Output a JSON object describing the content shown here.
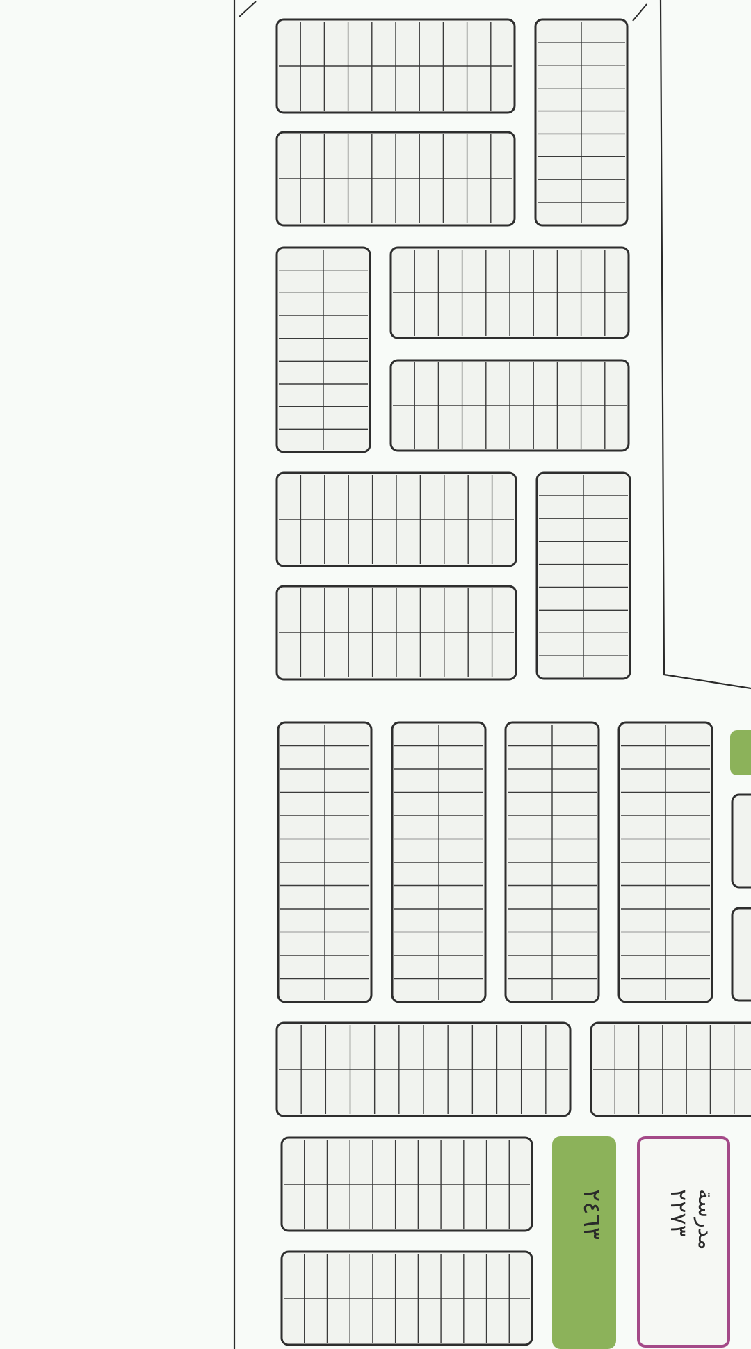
{
  "map": {
    "blocks": [
      {
        "id": "b1",
        "layout": "h",
        "cols": 10,
        "parcels": [
          "",
          "",
          "",
          "",
          "",
          "",
          "",
          "",
          "",
          "",
          "",
          "",
          "",
          "",
          "",
          "",
          "",
          "",
          "",
          ""
        ]
      },
      {
        "id": "b2",
        "layout": "v",
        "rows": 9,
        "parcels": [
          "",
          "",
          "",
          "",
          "",
          "",
          "",
          "",
          "",
          "",
          "",
          "",
          "",
          "",
          "",
          "",
          "",
          ""
        ]
      },
      {
        "id": "b3",
        "layout": "h",
        "cols": 10,
        "parcels": [
          "",
          "",
          "",
          "",
          "",
          "",
          "",
          "",
          "",
          "",
          "",
          "",
          "",
          "",
          "",
          "",
          "",
          "",
          "",
          ""
        ]
      },
      {
        "id": "b4",
        "layout": "v",
        "rows": 9,
        "parcels": [
          "",
          "",
          "",
          "",
          "",
          "",
          "",
          "",
          "",
          "",
          "",
          "",
          "",
          "",
          "",
          "",
          "",
          ""
        ]
      },
      {
        "id": "b5",
        "layout": "h",
        "cols": 10,
        "parcels": [
          "",
          "",
          "",
          "",
          "",
          "",
          "",
          "",
          "",
          "",
          "",
          "",
          "",
          "",
          "",
          "",
          "",
          "",
          "",
          ""
        ]
      },
      {
        "id": "b6",
        "layout": "h",
        "cols": 10,
        "parcels": [
          "",
          "",
          "",
          "",
          "",
          "",
          "",
          "",
          "",
          "",
          "",
          "",
          "",
          "",
          "",
          "",
          "",
          "",
          "",
          ""
        ]
      },
      {
        "id": "b7",
        "layout": "h",
        "cols": 10,
        "parcels": [
          "",
          "",
          "",
          "",
          "",
          "",
          "",
          "",
          "",
          "",
          "",
          "",
          "",
          "",
          "",
          "",
          "",
          "",
          "",
          ""
        ]
      },
      {
        "id": "b8",
        "layout": "v",
        "rows": 9,
        "parcels": [
          "",
          "",
          "",
          "",
          "",
          "",
          "",
          "",
          "",
          "",
          "",
          "",
          "",
          "",
          "",
          "",
          "",
          ""
        ]
      },
      {
        "id": "b9",
        "layout": "h",
        "cols": 10,
        "parcels": [
          "",
          "",
          "",
          "",
          "",
          "",
          "",
          "",
          "",
          "",
          "",
          "",
          "",
          "",
          "",
          "",
          "",
          "",
          "",
          ""
        ]
      },
      {
        "id": "b10",
        "layout": "v",
        "rows": 12,
        "parcels": [
          "",
          "",
          "",
          "",
          "",
          "",
          "",
          "",
          "",
          "",
          "",
          "",
          "",
          "",
          "",
          "",
          "",
          "",
          "",
          "",
          "",
          "",
          "",
          ""
        ]
      },
      {
        "id": "b11",
        "layout": "v",
        "rows": 12,
        "parcels": [
          "",
          "",
          "",
          "",
          "",
          "",
          "",
          "",
          "",
          "",
          "",
          "",
          "",
          "",
          "",
          "",
          "",
          "",
          "",
          "",
          "",
          "",
          "",
          ""
        ]
      },
      {
        "id": "b12",
        "layout": "v",
        "rows": 12,
        "parcels": [
          "",
          "",
          "",
          "",
          "",
          "",
          "",
          "",
          "",
          "",
          "",
          "",
          "",
          "",
          "",
          "",
          "",
          "",
          "",
          "",
          "",
          "",
          "",
          ""
        ]
      },
      {
        "id": "b13",
        "layout": "v",
        "rows": 12,
        "parcels": [
          "",
          "",
          "",
          "",
          "",
          "",
          "",
          "",
          "",
          "",
          "",
          "",
          "",
          "",
          "",
          "",
          "",
          "",
          "",
          "",
          "",
          "",
          "",
          ""
        ]
      },
      {
        "id": "b14",
        "layout": "h",
        "cols": 12,
        "parcels": [
          "",
          "",
          "",
          "",
          "",
          "",
          "",
          "",
          "",
          "",
          "",
          "",
          "",
          "",
          "",
          "",
          "",
          "",
          "",
          "",
          "",
          "",
          "",
          ""
        ]
      },
      {
        "id": "b15",
        "layout": "h",
        "cols": 7,
        "parcels": [
          "",
          "",
          "",
          "",
          "",
          "",
          "",
          "",
          "",
          "",
          "",
          "",
          "",
          ""
        ]
      },
      {
        "id": "b16",
        "layout": "h",
        "cols": 11,
        "parcels": [
          "",
          "",
          "",
          "",
          "",
          "",
          "",
          "",
          "",
          "",
          "",
          "",
          "",
          "",
          "",
          "",
          "",
          "",
          "",
          "",
          "",
          ""
        ]
      },
      {
        "id": "b17",
        "layout": "h",
        "cols": 11,
        "parcels": [
          "",
          "",
          "",
          "",
          "",
          "",
          "",
          "",
          "",
          "",
          "",
          "",
          "",
          "",
          "",
          "",
          "",
          "",
          "",
          "",
          "",
          ""
        ]
      },
      {
        "id": "b18",
        "layout": "h",
        "cols": 1,
        "parcels": [
          "",
          ""
        ]
      },
      {
        "id": "b19",
        "layout": "h",
        "cols": 1,
        "parcels": [
          "",
          ""
        ]
      }
    ],
    "green_label": "٢٤٦٣",
    "pink_label_line1": "٢٢٧٣",
    "pink_label_line2": "مدرسة",
    "colors": {
      "green": "#8cb25a",
      "pink_border": "#a44a88",
      "ink": "#2e2e2e",
      "paper": "#f8fbf8"
    }
  }
}
